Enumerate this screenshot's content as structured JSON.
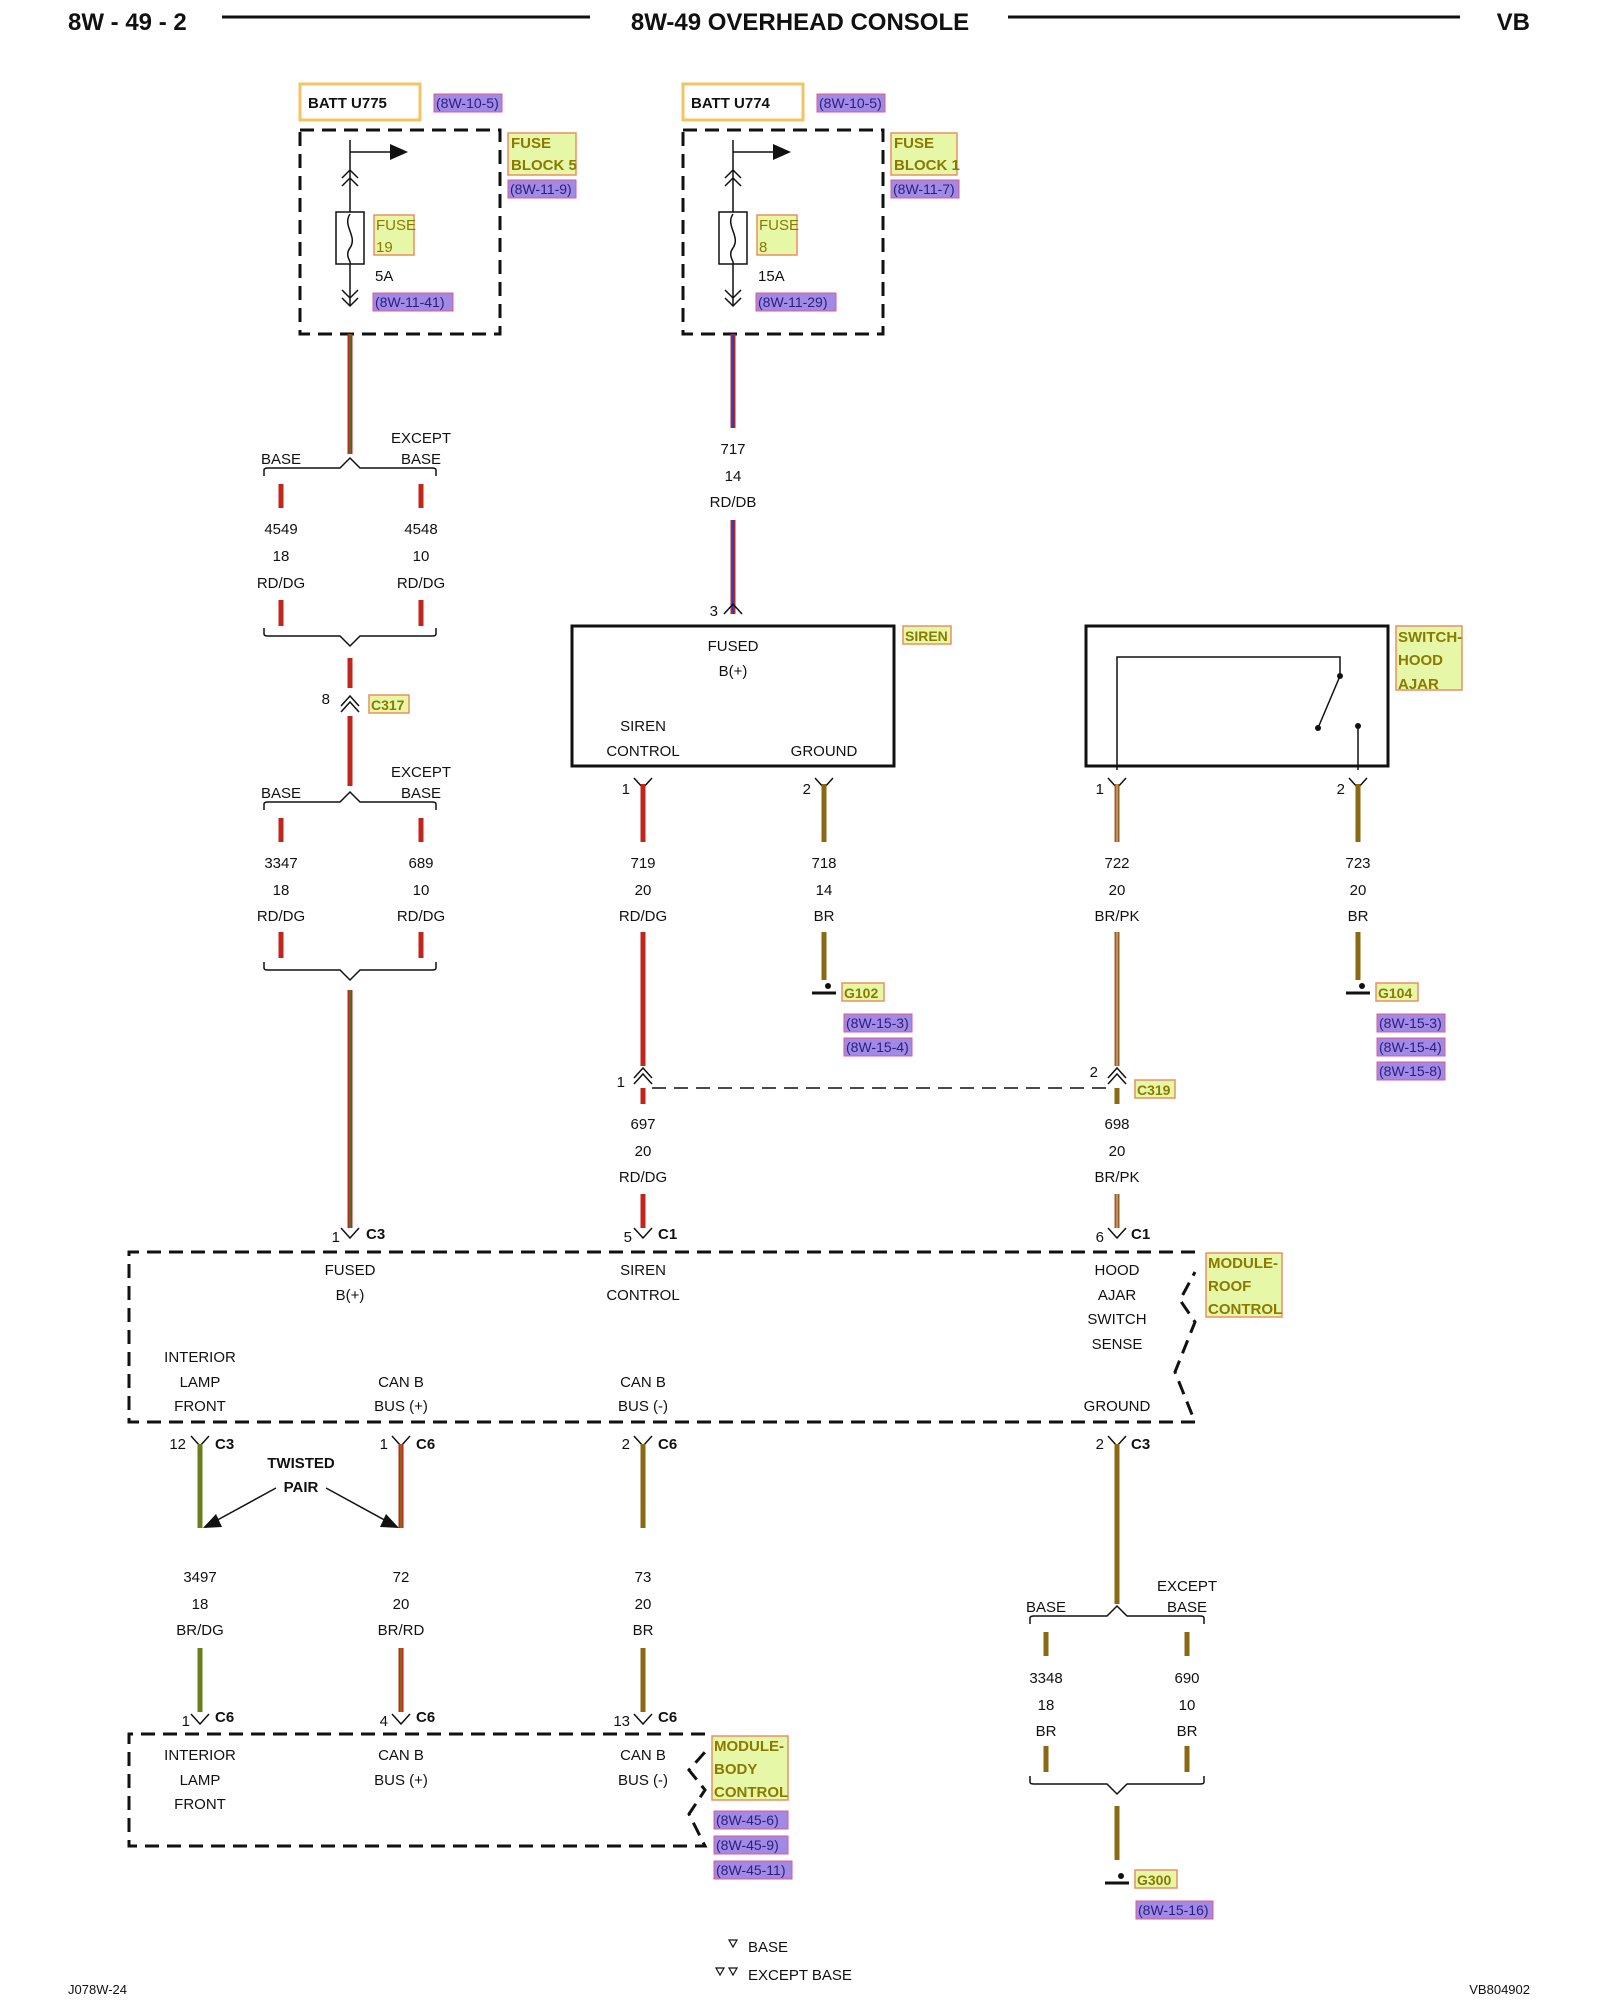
{
  "header": {
    "left": "8W - 49 - 2",
    "title": "8W-49 OVERHEAD CONSOLE",
    "right": "VB"
  },
  "footer": {
    "left": "J078W-24",
    "right": "VB804902",
    "legend_base": "BASE",
    "legend_except": "EXCEPT BASE"
  },
  "fuse_left": {
    "batt": "BATT U775",
    "batt_ref": "(8W-10-5)",
    "block_l1": "FUSE",
    "block_l2": "BLOCK 5",
    "block_ref": "(8W-11-9)",
    "fuse_l1": "FUSE",
    "fuse_l2": "19",
    "rating": "5A",
    "fuse_ref": "(8W-11-41)"
  },
  "fuse_right": {
    "batt": "BATT U774",
    "batt_ref": "(8W-10-5)",
    "block_l1": "FUSE",
    "block_l2": "BLOCK 1",
    "block_ref": "(8W-11-7)",
    "fuse_l1": "FUSE",
    "fuse_l2": "8",
    "rating": "15A",
    "fuse_ref": "(8W-11-29)"
  },
  "splice1": {
    "base": "BASE",
    "except1": "EXCEPT",
    "except2": "BASE"
  },
  "wire_4549": {
    "num": "4549",
    "gauge": "18",
    "color": "RD/DG"
  },
  "wire_4548": {
    "num": "4548",
    "gauge": "10",
    "color": "RD/DG"
  },
  "c317": {
    "pin": "8",
    "name": "C317"
  },
  "splice2": {
    "base": "BASE",
    "except1": "EXCEPT",
    "except2": "BASE"
  },
  "wire_3347": {
    "num": "3347",
    "gauge": "18",
    "color": "RD/DG"
  },
  "wire_689": {
    "num": "689",
    "gauge": "10",
    "color": "RD/DG"
  },
  "wire_717": {
    "num": "717",
    "gauge": "14",
    "color": "RD/DB"
  },
  "siren": {
    "label": "SIREN",
    "pin_in": "3",
    "fused1": "FUSED",
    "fused2": "B(+)",
    "ctrl1": "SIREN",
    "ctrl2": "CONTROL",
    "ground": "GROUND",
    "pin1": "1",
    "pin2": "2"
  },
  "wire_719": {
    "num": "719",
    "gauge": "20",
    "color": "RD/DG"
  },
  "wire_718": {
    "num": "718",
    "gauge": "14",
    "color": "BR"
  },
  "g102": {
    "name": "G102",
    "refs": [
      "(8W-15-3)",
      "(8W-15-4)"
    ]
  },
  "switch": {
    "l1": "SWITCH-",
    "l2": "HOOD",
    "l3": "AJAR",
    "pin1": "1",
    "pin2": "2"
  },
  "wire_722": {
    "num": "722",
    "gauge": "20",
    "color": "BR/PK"
  },
  "wire_723": {
    "num": "723",
    "gauge": "20",
    "color": "BR"
  },
  "g104": {
    "name": "G104",
    "refs": [
      "(8W-15-3)",
      "(8W-15-4)",
      "(8W-15-8)"
    ]
  },
  "c319": {
    "pin_left": "1",
    "pin_right": "2",
    "name": "C319"
  },
  "wire_697": {
    "num": "697",
    "gauge": "20",
    "color": "RD/DG"
  },
  "wire_698": {
    "num": "698",
    "gauge": "20",
    "color": "BR/PK"
  },
  "roof": {
    "l1": "MODULE-",
    "l2": "ROOF",
    "l3": "CONTROL",
    "c3_pin": "1",
    "c3": "C3",
    "c1a_pin": "5",
    "c1a": "C1",
    "c1b_pin": "6",
    "c1b": "C1",
    "fused1": "FUSED",
    "fused2": "B(+)",
    "siren1": "SIREN",
    "siren2": "CONTROL",
    "hood1": "HOOD",
    "hood2": "AJAR",
    "hood3": "SWITCH",
    "hood4": "SENSE",
    "int1": "INTERIOR",
    "int2": "LAMP",
    "int3": "FRONT",
    "canp1": "CAN B",
    "canp2": "BUS (+)",
    "cann1": "CAN B",
    "cann2": "BUS (-)",
    "ground": "GROUND",
    "b12_pin": "12",
    "b12": "C3",
    "b1_pin": "1",
    "b1": "C6",
    "b2_pin": "2",
    "b2": "C6",
    "bg_pin": "2",
    "bg": "C3"
  },
  "twisted": {
    "l1": "TWISTED",
    "l2": "PAIR"
  },
  "wire_3497": {
    "num": "3497",
    "gauge": "18",
    "color": "BR/DG"
  },
  "wire_72": {
    "num": "72",
    "gauge": "20",
    "color": "BR/RD"
  },
  "wire_73": {
    "num": "73",
    "gauge": "20",
    "color": "BR"
  },
  "splice3": {
    "base": "BASE",
    "except1": "EXCEPT",
    "except2": "BASE"
  },
  "wire_3348": {
    "num": "3348",
    "gauge": "18",
    "color": "BR"
  },
  "wire_690": {
    "num": "690",
    "gauge": "10",
    "color": "BR"
  },
  "g300": {
    "name": "G300",
    "ref": "(8W-15-16)"
  },
  "body": {
    "l1": "MODULE-",
    "l2": "BODY",
    "l3": "CONTROL",
    "refs": [
      "(8W-45-6)",
      "(8W-45-9)",
      "(8W-45-11)"
    ],
    "p1_pin": "1",
    "p1": "C6",
    "p4_pin": "4",
    "p4": "C6",
    "p13_pin": "13",
    "p13": "C6",
    "int1": "INTERIOR",
    "int2": "LAMP",
    "int3": "FRONT",
    "canp1": "CAN B",
    "canp2": "BUS (+)",
    "cann1": "CAN B",
    "cann2": "BUS (-)"
  },
  "colors": {
    "red_wire": "#c0261c",
    "brown_wire": "#8b6914",
    "green_wire": "#6a7d1c",
    "ref_box": "#a08ae6",
    "location_box": "#e6f7a8"
  }
}
